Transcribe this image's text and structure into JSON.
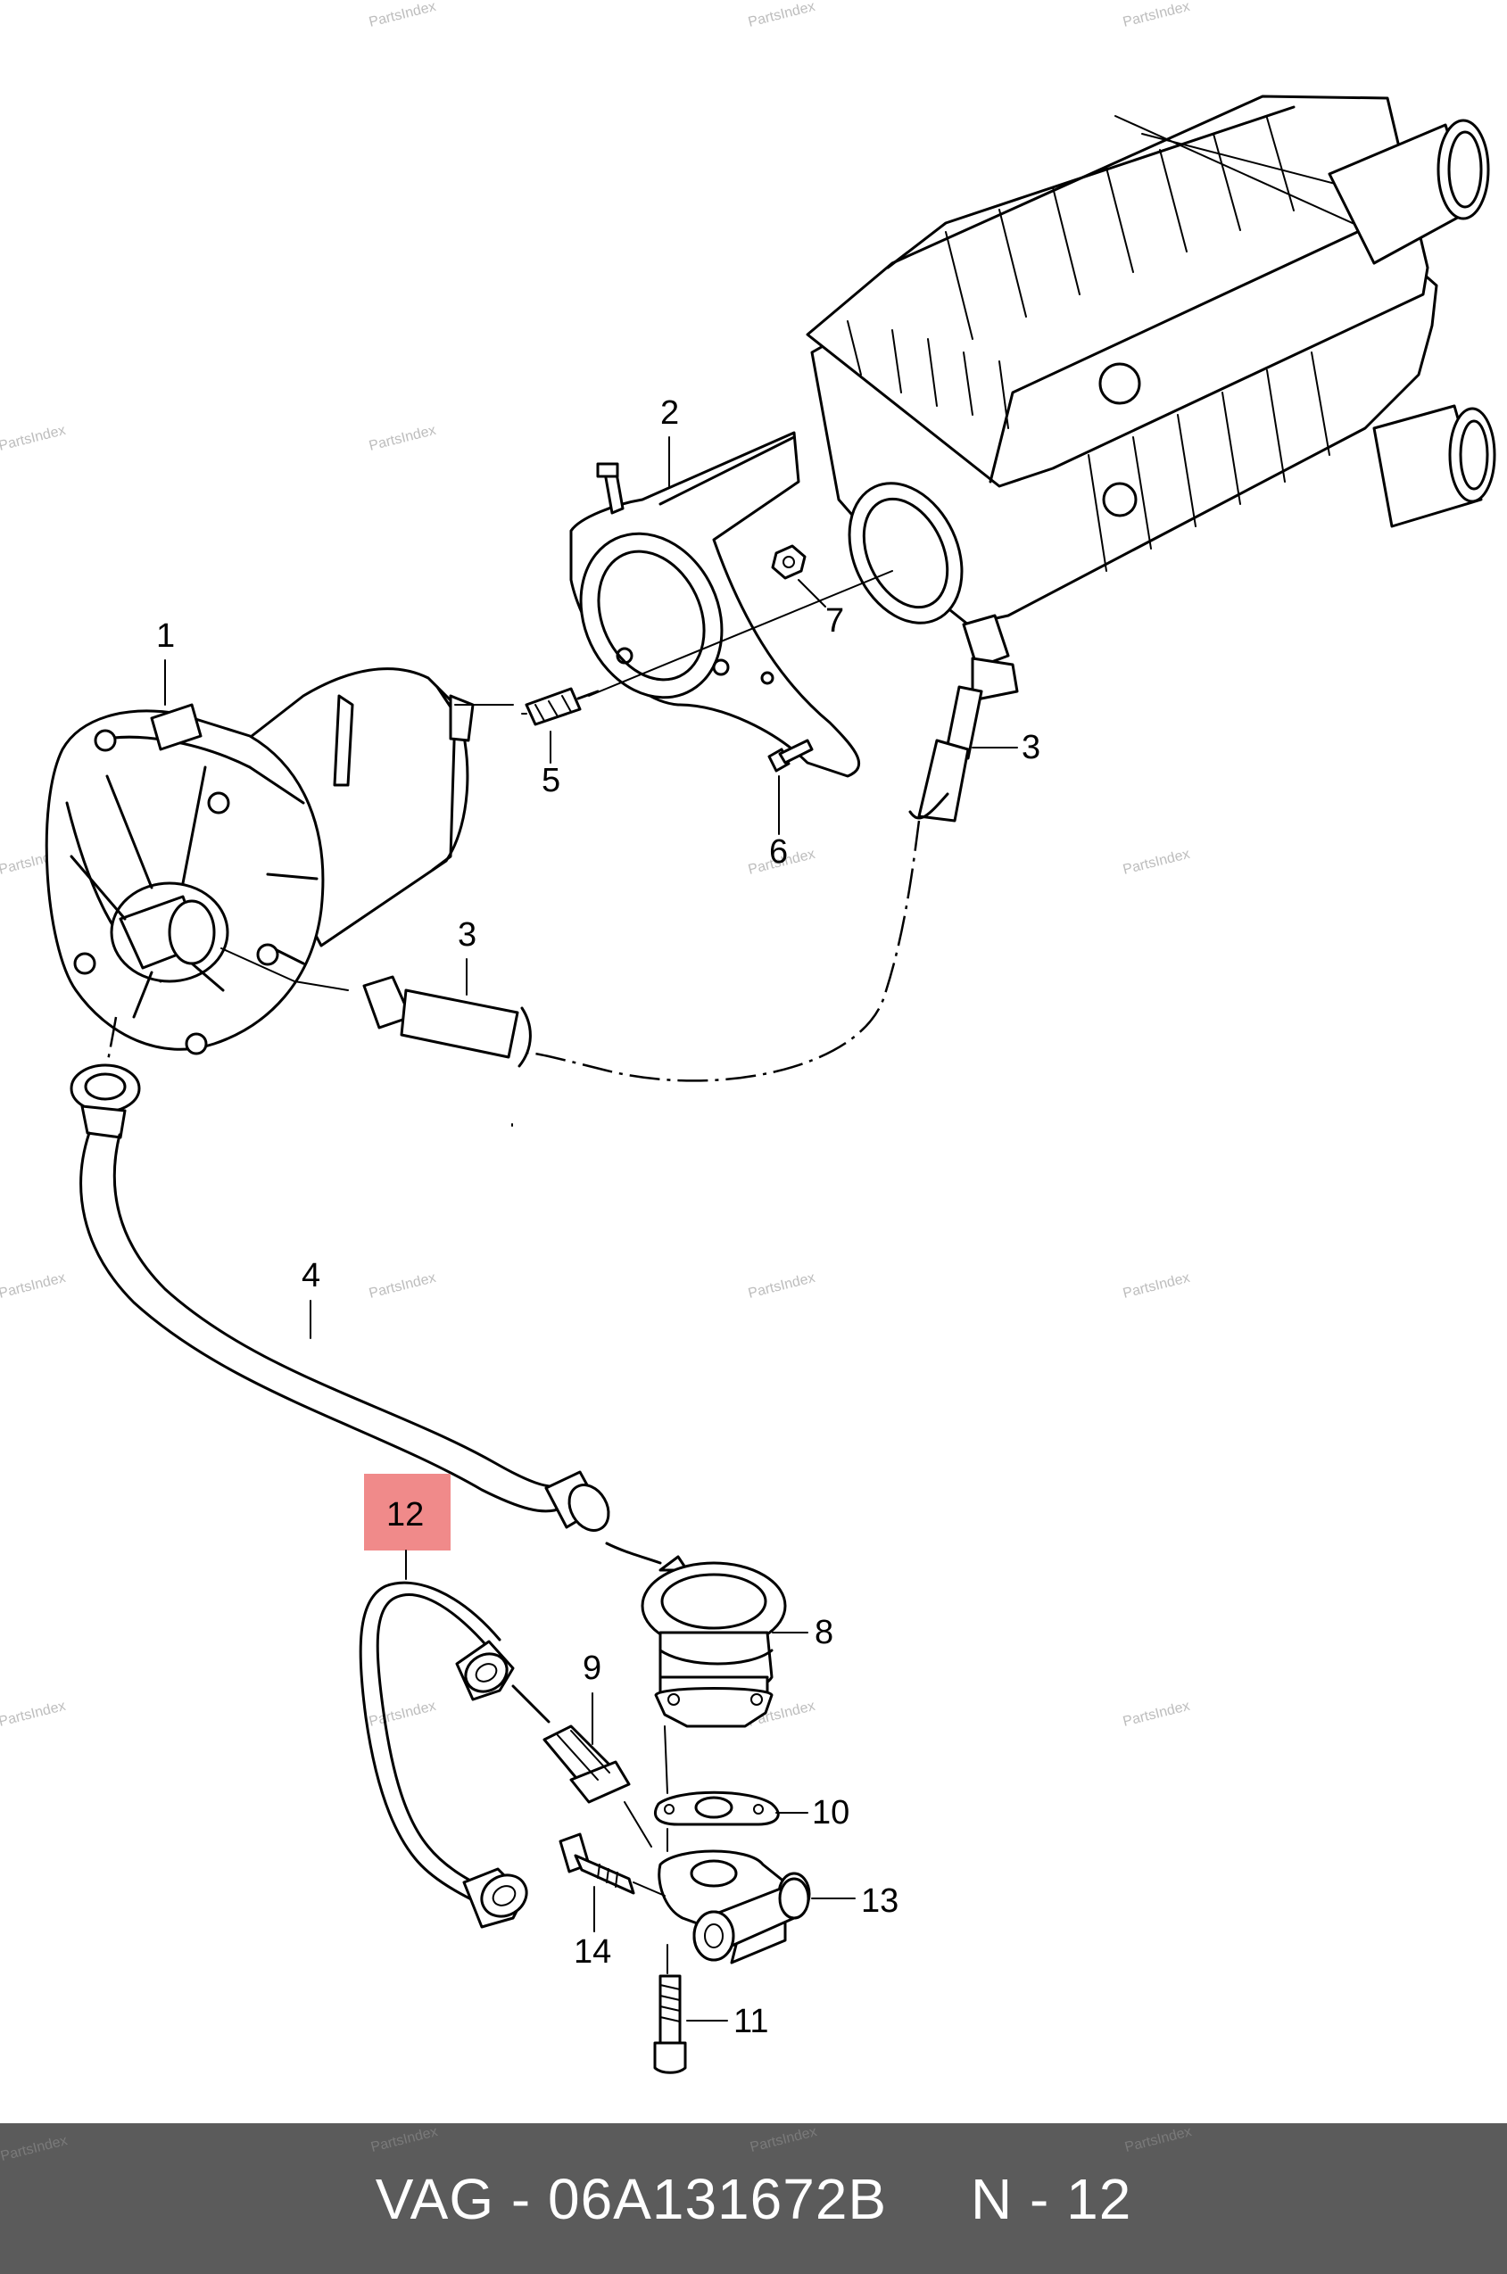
{
  "watermark": "PartsIndex",
  "callouts": {
    "c1": "1",
    "c2": "2",
    "c3a": "3",
    "c3b": "3",
    "c4": "4",
    "c5": "5",
    "c6": "6",
    "c7": "7",
    "c8": "8",
    "c9": "9",
    "c10": "10",
    "c11": "11",
    "c12": "12",
    "c13": "13",
    "c14": "14"
  },
  "highlight_color": "#f08a8a",
  "footer": {
    "text": "VAG - 06A131672B     N - 12",
    "background": "#5b5b5b"
  }
}
